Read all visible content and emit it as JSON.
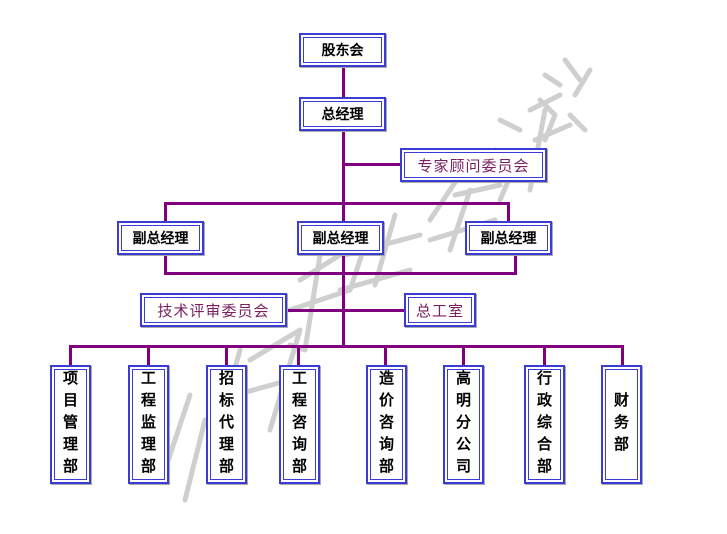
{
  "watermark": "仅用于业务洽谈",
  "colors": {
    "connector": "#800080",
    "box_border": "#3b3bd6",
    "committee_text": "#7a2060"
  },
  "nodes": {
    "shareholders": "股东会",
    "general_manager": "总经理",
    "expert_committee": "专家顾问委员会",
    "deputy_gms": [
      "副总经理",
      "副总经理",
      "副总经理"
    ],
    "tech_review_committee": "技术评审委员会",
    "chief_engineer_office": "总工室",
    "departments": [
      "项目管理部",
      "工程监理部",
      "招标代理部",
      "工程咨询部",
      "造价咨询部",
      "高明分公司",
      "行政综合部",
      "财务部"
    ]
  }
}
